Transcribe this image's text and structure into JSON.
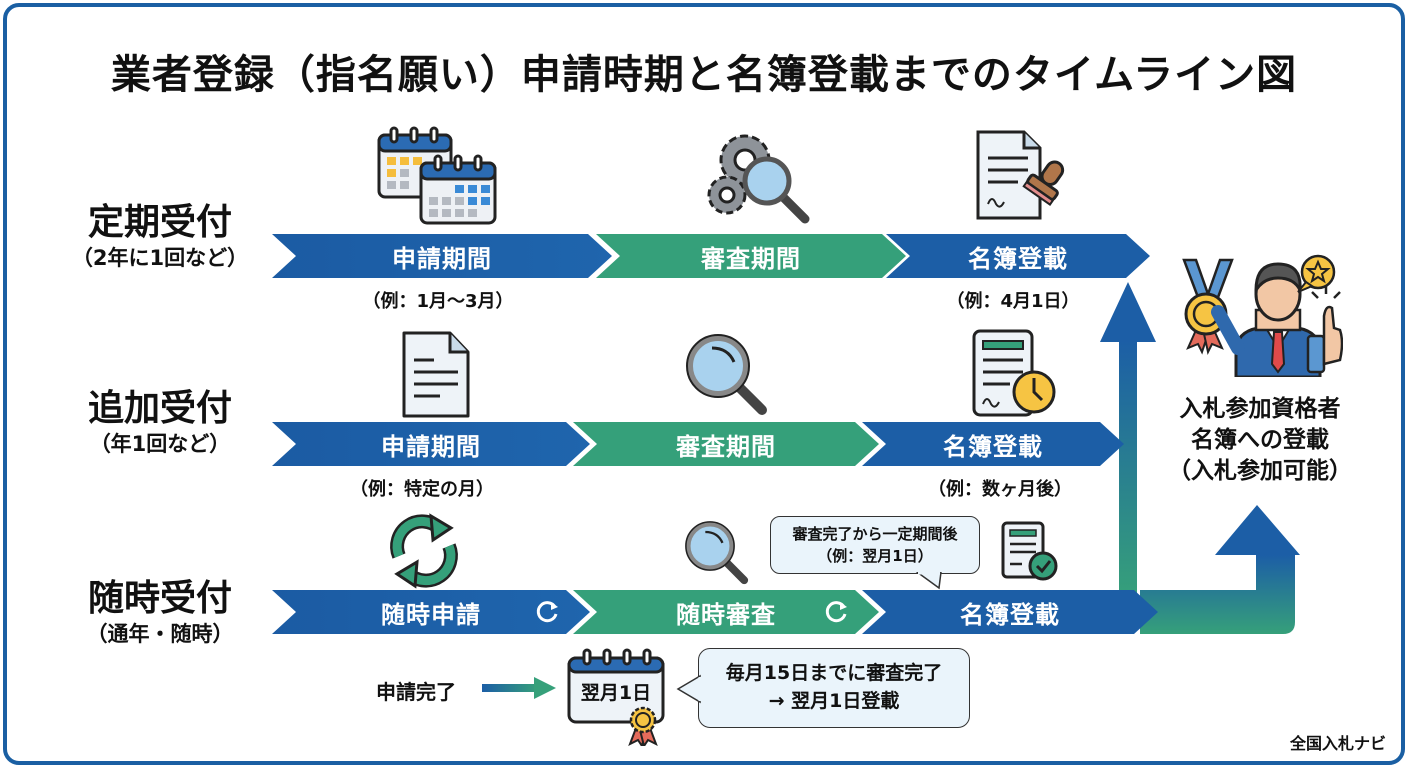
{
  "title": "業者登録（指名願い）申請時期と名簿登載までのタイムライン図",
  "colors": {
    "frame": "#1a5fa3",
    "blue_step": "#1c5ea6",
    "green_step": "#35a07a",
    "bubble_bg": "#eaf4fb",
    "accent_yellow": "#f6c443"
  },
  "rows": [
    {
      "label": "定期受付",
      "sublabel": "（2年に1回など）",
      "steps": [
        {
          "label": "申請期間",
          "note": "（例：1月〜3月）",
          "icon": "double-calendar-icon"
        },
        {
          "label": "審査期間",
          "note": "",
          "icon": "gears-magnifier-icon"
        },
        {
          "label": "名簿登載",
          "note": "（例：4月1日）",
          "icon": "document-stamp-icon"
        }
      ]
    },
    {
      "label": "追加受付",
      "sublabel": "（年1回など）",
      "steps": [
        {
          "label": "申請期間",
          "note": "（例：特定の月）",
          "icon": "document-icon"
        },
        {
          "label": "審査期間",
          "note": "",
          "icon": "magnifier-icon"
        },
        {
          "label": "名簿登載",
          "note": "（例：数ヶ月後）",
          "icon": "document-clock-icon"
        }
      ]
    },
    {
      "label": "随時受付",
      "sublabel": "（通年・随時）",
      "steps": [
        {
          "label": "随時申請",
          "note": "",
          "icon": "refresh-arrows-icon"
        },
        {
          "label": "随時審査",
          "note": "",
          "icon": "magnifier-icon"
        },
        {
          "label": "名簿登載",
          "note": "",
          "icon": "document-check-icon"
        }
      ],
      "callout": {
        "line1": "審査完了から一定期間後",
        "line2": "（例：翌月1日）"
      }
    }
  ],
  "rolling_detail": {
    "start_label": "申請完了",
    "calendar_label": "翌月1日",
    "bubble_line1": "毎月15日までに審査完了",
    "bubble_line2": "→ 翌月1日登載"
  },
  "result": {
    "line1": "入札参加資格者",
    "line2": "名簿への登載",
    "line3": "（入札参加可能）",
    "icon": "awarded-businessman-icon"
  },
  "footer": "全国入札ナビ"
}
